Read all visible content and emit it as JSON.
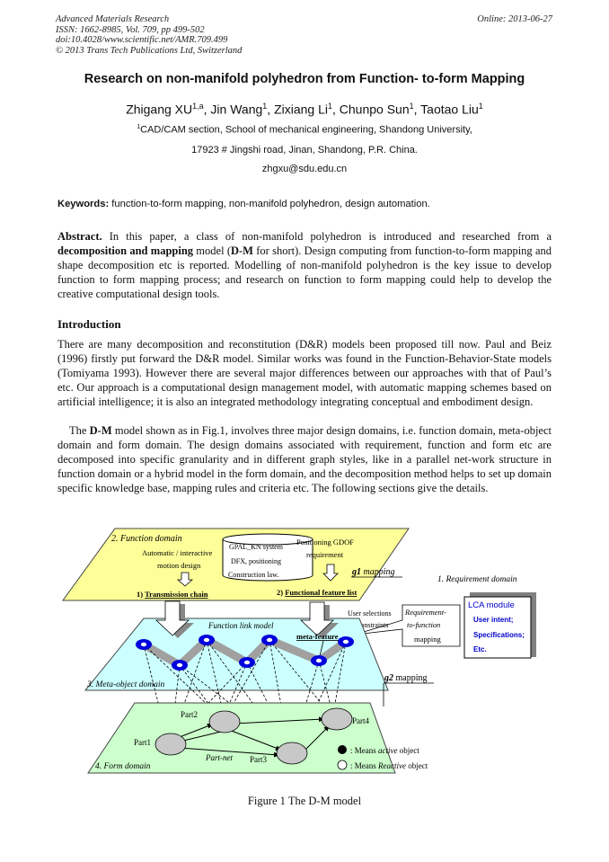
{
  "header": {
    "journal": "Advanced Materials Research",
    "issn": "ISSN: 1662-8985, Vol. 709, pp 499-502",
    "doi": "doi:10.4028/www.scientific.net/AMR.709.499",
    "copyright": "© 2013 Trans Tech Publications Ltd, Switzerland",
    "online": "Online: 2013-06-27"
  },
  "title": "Research on non-manifold polyhedron from Function- to-form Mapping",
  "authors": {
    "a1": "Zhigang XU",
    "a1_sup": "1,a",
    "a2": "Jin Wang",
    "a2_sup": "1",
    "a3": "Zixiang Li",
    "a3_sup": "1",
    "a4": "Chunpo Sun",
    "a4_sup": "1",
    "a5": "Taotao Liu",
    "a5_sup": "1"
  },
  "affiliation": {
    "sup": "1",
    "line1": "CAD/CAM section, School of mechanical engineering, Shandong University,",
    "line2": "17923 # Jingshi road, Jinan, Shandong, P.R. China.",
    "email": "zhgxu@sdu.edu.cn"
  },
  "keywords": {
    "label": "Keywords:",
    "text": " function-to-form mapping, non-manifold polyhedron, design automation."
  },
  "abstract": {
    "label": "Abstract.",
    "t1": " In this paper, a class of non-manifold polyhedron is introduced and researched from a ",
    "b1": "decomposition and mapping",
    "t2": " model (",
    "b2": "D-M",
    "t3": " for short). Design computing from function-to-form mapping and shape decomposition etc is reported. Modelling of non-manifold polyhedron is the key issue to develop function to form mapping process; and research on function to form mapping could help to develop the creative computational design tools."
  },
  "introduction": {
    "heading": "Introduction",
    "p1": "There are many decomposition and reconstitution (D&R) models been proposed till now. Paul and Beiz (1996) firstly put forward the D&R model. Similar works was found in the Function-Behavior-State models (Tomiyama 1993). However there are several major differences between our approaches with that of Paul’s etc. Our approach is a computational design management model, with automatic mapping schemes based on artificial intelligence; it is also an integrated methodology integrating conceptual and embodiment design.",
    "p2a": "The ",
    "p2b": "D-M",
    "p2c": " model shown as in Fig.1, involves three major design domains, i.e. function domain, meta-object domain and form domain. The design domains associated with requirement, function and form etc are decomposed into specific granularity and in different graph styles, like in a parallel net-work structure in function domain or a hybrid model in the form domain, and the decomposition method helps to set up domain specific knowledge base, mapping rules and criteria etc. The following sections give the details."
  },
  "figure": {
    "caption": "Figure 1 The D-M model",
    "function_domain": "2. Function domain",
    "auto_design_1": "Automatic / interactive",
    "auto_design_2": "motion design",
    "gpal": "GPAL_KN system",
    "dfx": "DFX, positioning",
    "construction": "Construction law.",
    "gdof_1": "Positioning GDOF",
    "gdof_2": "requirement",
    "g1": "g1",
    "mapping": "mapping",
    "transmission_num": "1) ",
    "transmission": "Transmission chain",
    "functional_num": "2) ",
    "functional": "Functional feature list",
    "requirement_domain": "1. Requirement domain",
    "lca_title": "LCA module",
    "lca_1": "User intent;",
    "lca_2": "Specifications;",
    "lca_3": "Etc.",
    "user_selections": "User selections",
    "constraints": "Constraints",
    "req_map_1": "Requirement-",
    "req_map_2": "to-function",
    "req_map_3": "mapping",
    "function_link": "Function link model",
    "meta_feature": "meta-feature",
    "g2": "g2",
    "g2_mapping": " mapping",
    "meta_object_domain": "3. Meta-object domain",
    "part1": "Part1",
    "part2": "Part2",
    "part3": "Part3",
    "part4": "Part4",
    "part_net": "Part-net",
    "form_domain": "4. Form domain",
    "means_active_a": ": Means ",
    "means_active_b": "active",
    "means_active_c": " object",
    "means_reactive_a": ": Means ",
    "means_reactive_b": "Reactive",
    "means_reactive_c": " object"
  }
}
